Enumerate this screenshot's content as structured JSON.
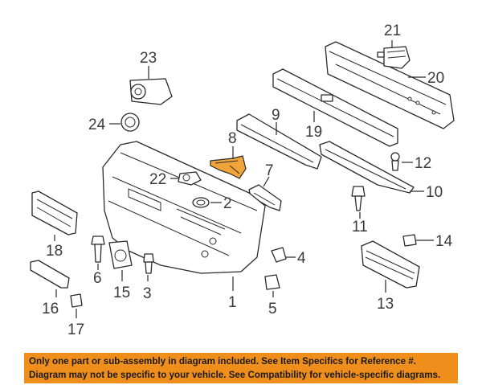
{
  "callouts": {
    "c1": "1",
    "c2": "2",
    "c3": "3",
    "c4": "4",
    "c5": "5",
    "c6": "6",
    "c7": "7",
    "c8": "8",
    "c9": "9",
    "c10": "10",
    "c11": "11",
    "c12": "12",
    "c13": "13",
    "c14": "14",
    "c15": "15",
    "c16": "16",
    "c17": "17",
    "c18": "18",
    "c19": "19",
    "c20": "20",
    "c21": "21",
    "c22": "22",
    "c23": "23",
    "c24": "24"
  },
  "notice": {
    "line1": "Only one part or sub-assembly in diagram included. See Item Specifics for Reference #.",
    "line2": "Diagram may not be specific to your vehicle. See Compatibility for vehicle-specific diagrams."
  },
  "colors": {
    "highlight_part": "#f0a43a",
    "notice_bar": "#ef8e1b"
  }
}
